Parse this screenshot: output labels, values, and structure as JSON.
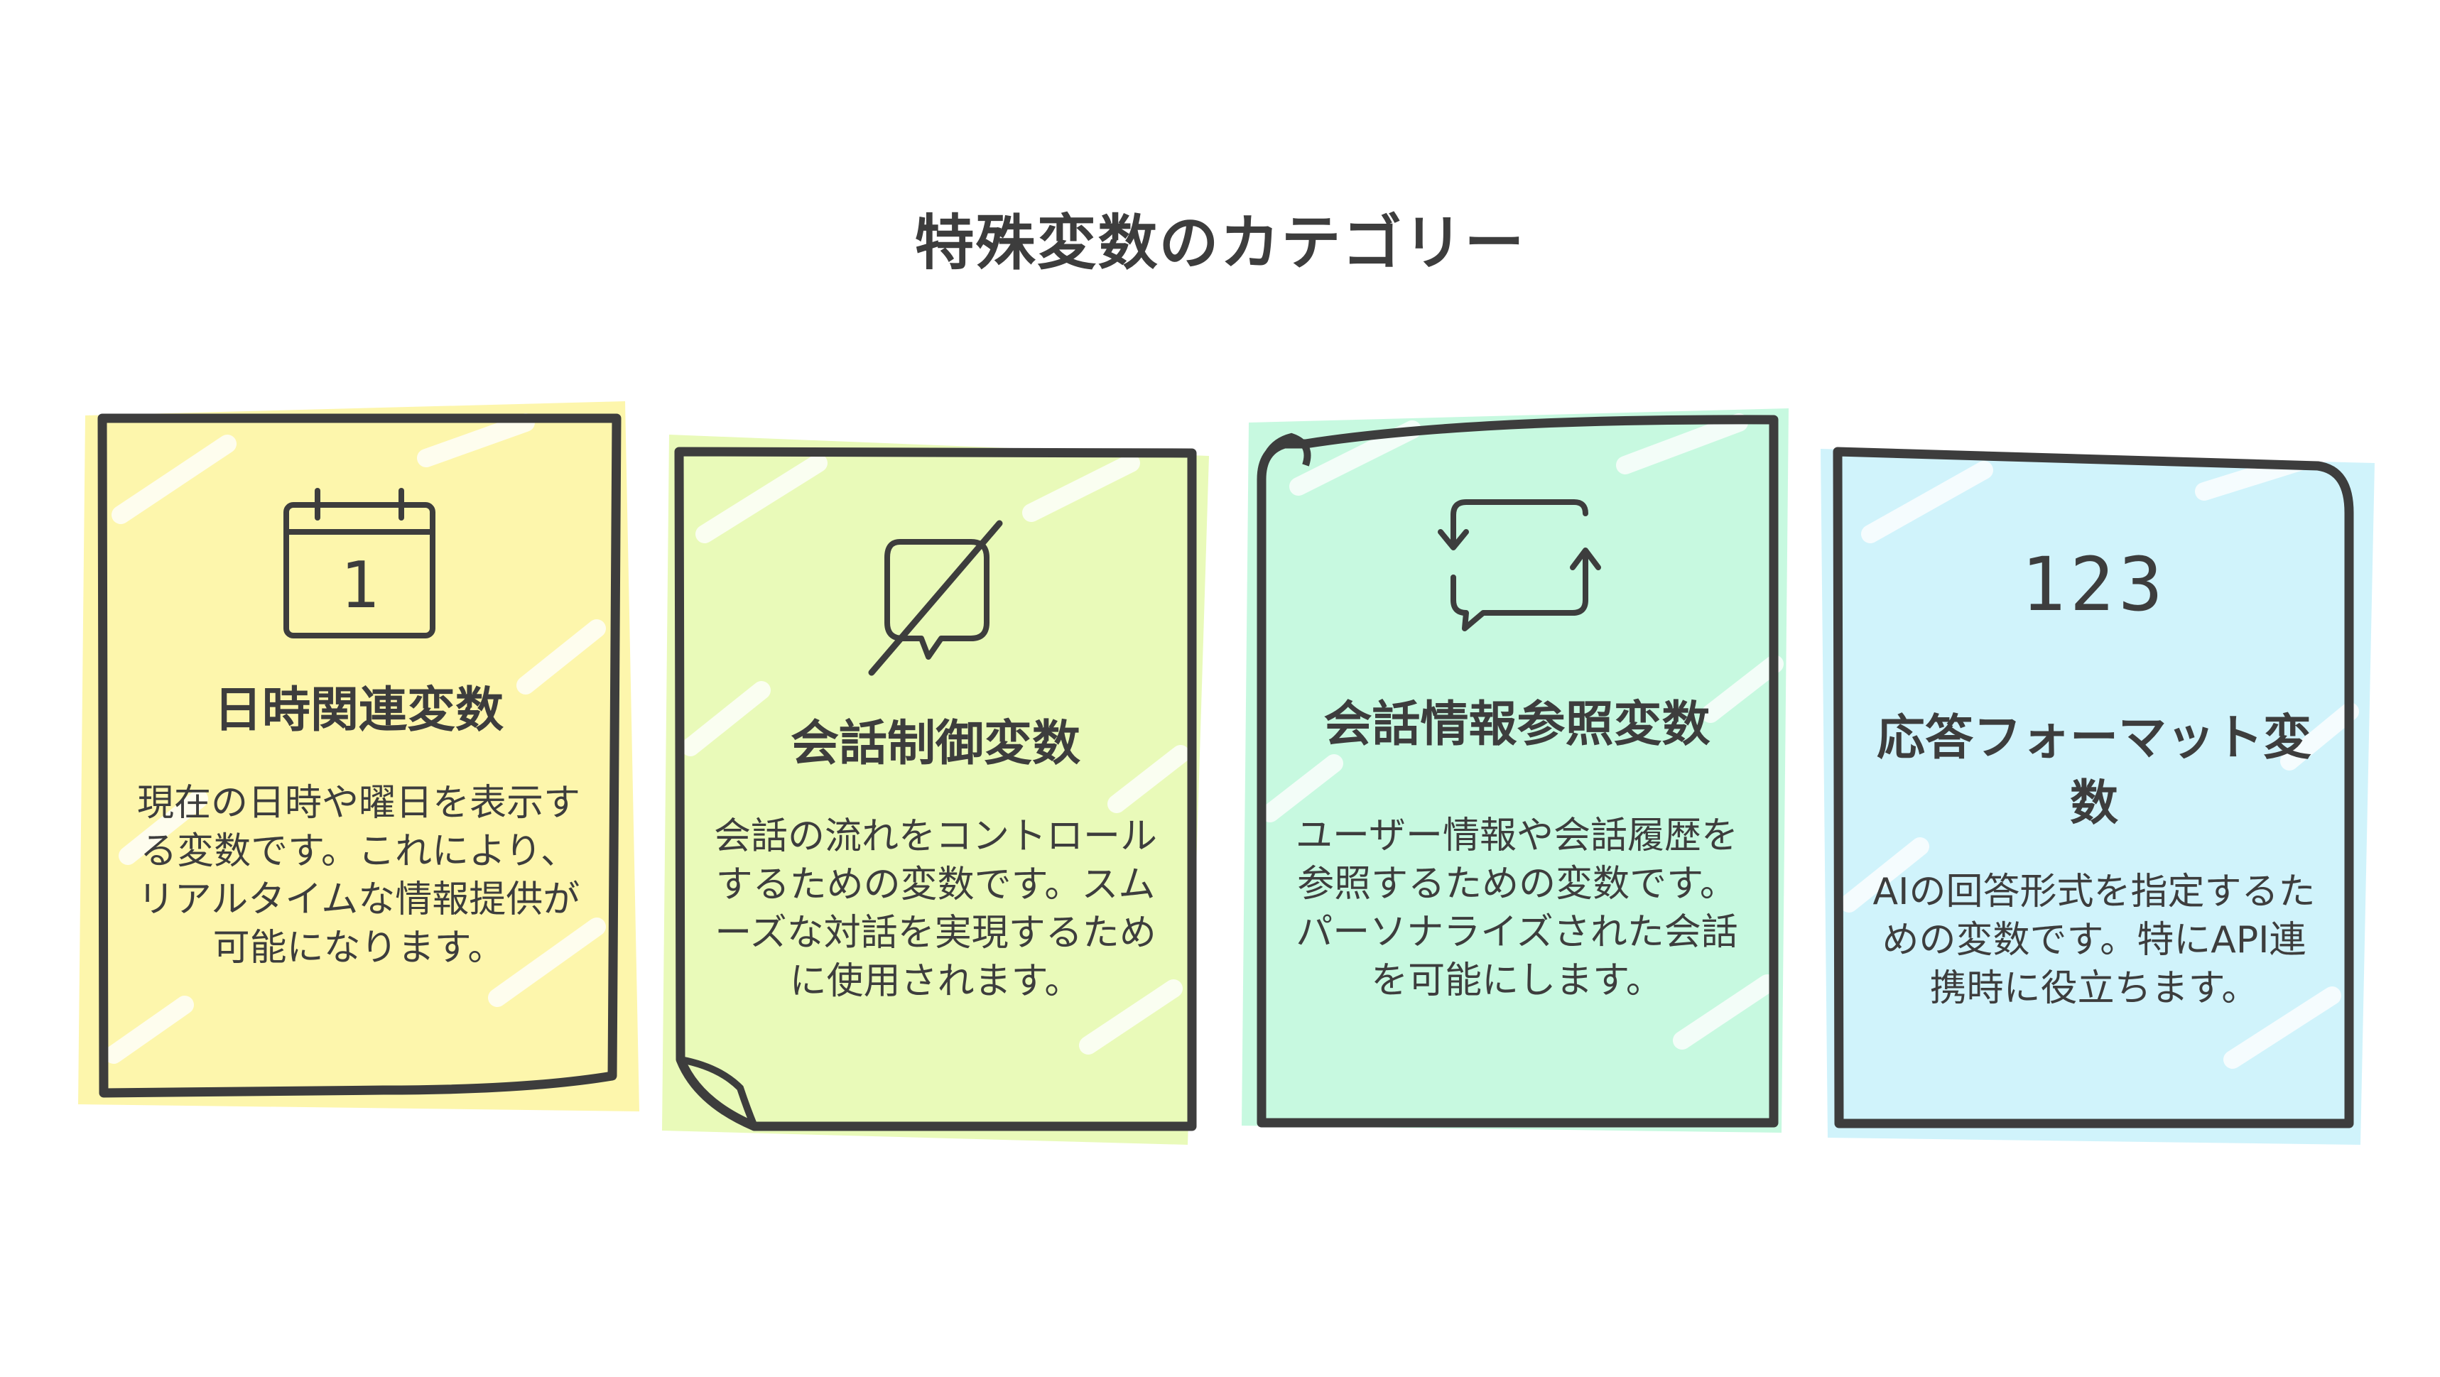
{
  "title": "特殊変数のカテゴリー",
  "cards": [
    {
      "heading": "日時関連変数",
      "body": "現在の日時や曜日を表示する変数です。これにより、リアルタイムな情報提供が可能になります。",
      "icon": "calendar-icon",
      "icon_text": "1",
      "fill_color": "#fdf6a8"
    },
    {
      "heading": "会話制御変数",
      "body": "会話の流れをコントロールするための変数です。スムーズな対話を実現するために使用されます。",
      "icon": "chat-off-icon",
      "fill_color": "#e8fab5"
    },
    {
      "heading": "会話情報参照変数",
      "body": "ユーザー情報や会話履歴を参照するための変数です。パーソナライズされた会話を可能にします。",
      "icon": "chat-refresh-icon",
      "fill_color": "#c4f9de"
    },
    {
      "heading": "応答フォーマット変数",
      "body": "AIの回答形式を指定するための変数です。特にAPI連携時に役立ちます。",
      "icon": "numbers-icon",
      "icon_text": "123",
      "fill_color": "#cdf2fb"
    }
  ]
}
